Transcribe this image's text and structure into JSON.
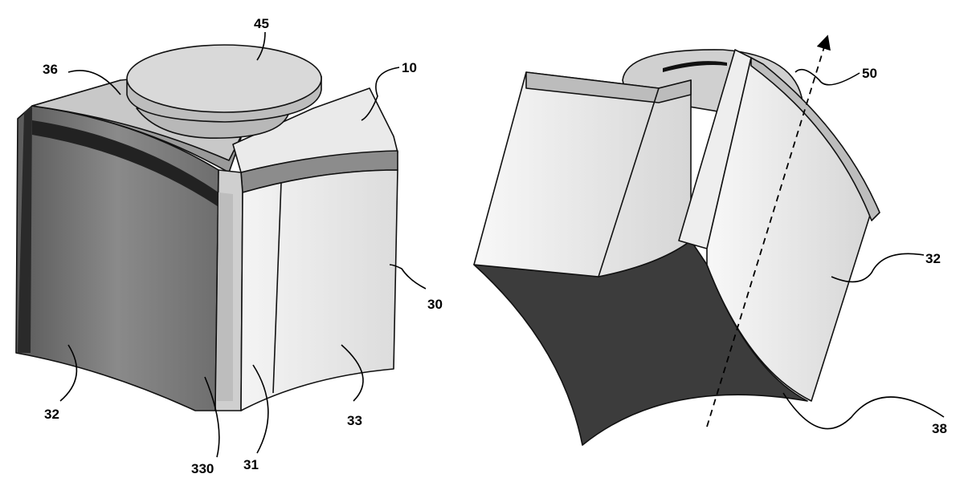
{
  "figure": {
    "left_view": {
      "labels": {
        "disc": "45",
        "top_edge": "36",
        "body": "10",
        "side": "30",
        "face_left": "32",
        "groove_edge": "330",
        "groove": "31",
        "face_right": "33"
      }
    },
    "right_view": {
      "labels": {
        "axis": "50",
        "face": "32",
        "bottom": "38"
      }
    }
  }
}
